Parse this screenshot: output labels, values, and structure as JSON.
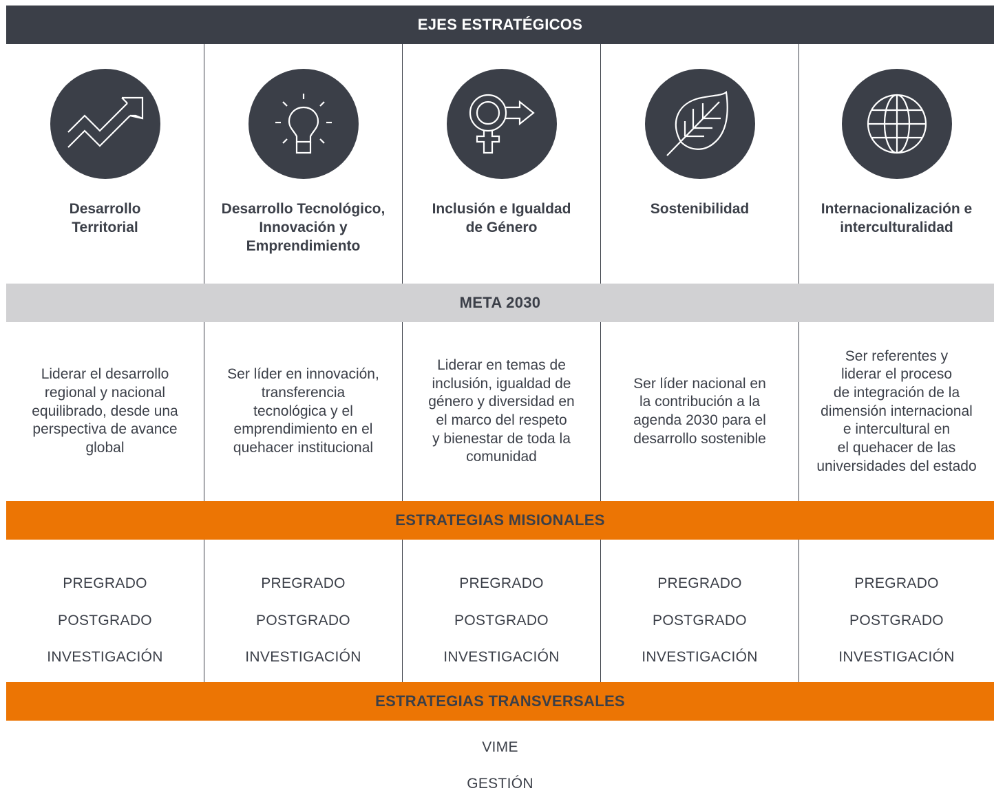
{
  "header": {
    "axes_title": "EJES ESTRATÉGICOS"
  },
  "axes": [
    {
      "icon": "trending-up-icon",
      "title": "Desarrollo\nTerritorial",
      "goal": "Liderar el desarrollo\nregional y nacional\nequilibrado, desde una\nperspectiva de avance\nglobal"
    },
    {
      "icon": "lightbulb-icon",
      "title": "Desarrollo Tecnológico,\nInnovación y\nEmprendimiento",
      "goal": "Ser líder en innovación,\ntransferencia\ntecnológica y el\nemprendimiento en el\nquehacer institucional"
    },
    {
      "icon": "gender-symbol-icon",
      "title": "Inclusión e Igualdad\nde Género",
      "goal": "Liderar en temas de\ninclusión,  igualdad de\ngénero y diversidad en\nel marco del respeto\ny bienestar de toda la\ncomunidad"
    },
    {
      "icon": "leaf-icon",
      "title": "Sostenibilidad",
      "goal": "Ser líder nacional en\nla contribución a la\nagenda 2030 para el\ndesarrollo sostenible"
    },
    {
      "icon": "globe-icon",
      "title": "Internacionalización e\ninterculturalidad",
      "goal": "Ser referentes y\nliderar el proceso\nde integración de la\ndimensión internacional\ne intercultural en\nel quehacer de las\nuniversidades del estado"
    }
  ],
  "meta": {
    "title": "META 2030"
  },
  "missional": {
    "title": "ESTRATEGIAS MISIONALES",
    "items": [
      "PREGRADO",
      "POSTGRADO",
      "INVESTIGACIÓN"
    ]
  },
  "transversal": {
    "title": "ESTRATEGIAS TRANSVERSALES",
    "items": [
      "VIME",
      "GESTIÓN"
    ]
  },
  "colors": {
    "dark": "#3b3f48",
    "grey": "#d1d1d3",
    "orange": "#ec7504"
  }
}
